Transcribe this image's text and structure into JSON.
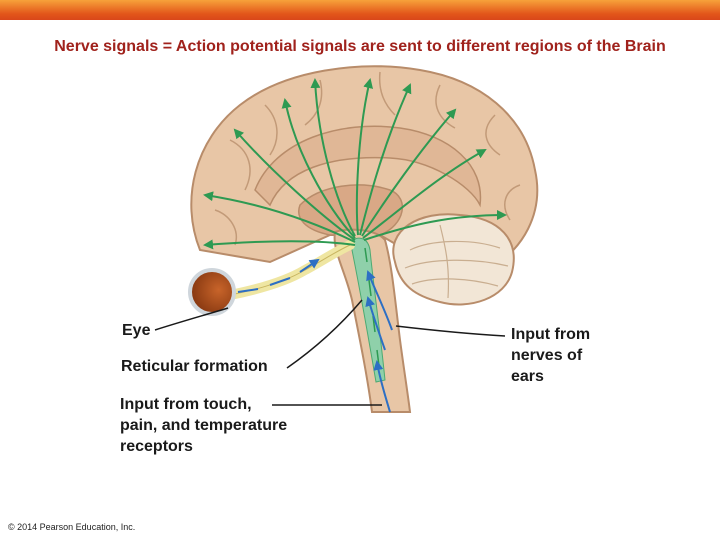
{
  "title": "Nerve signals = Action potential signals are sent to different regions of the Brain",
  "labels": {
    "eye": "Eye",
    "reticular": "Reticular formation",
    "touch_line1": "Input from touch,",
    "touch_line2": "pain, and temperature",
    "touch_line3": "receptors",
    "ears_line1": "Input from",
    "ears_line2": "nerves of",
    "ears_line3": "ears"
  },
  "copyright": "© 2014 Pearson Education, Inc.",
  "colors": {
    "title": "#a0221c",
    "brain": "#e8c6a6",
    "pathway": "#2e9a52",
    "nerve": "#2d6fc4",
    "header": "#e2551a"
  }
}
